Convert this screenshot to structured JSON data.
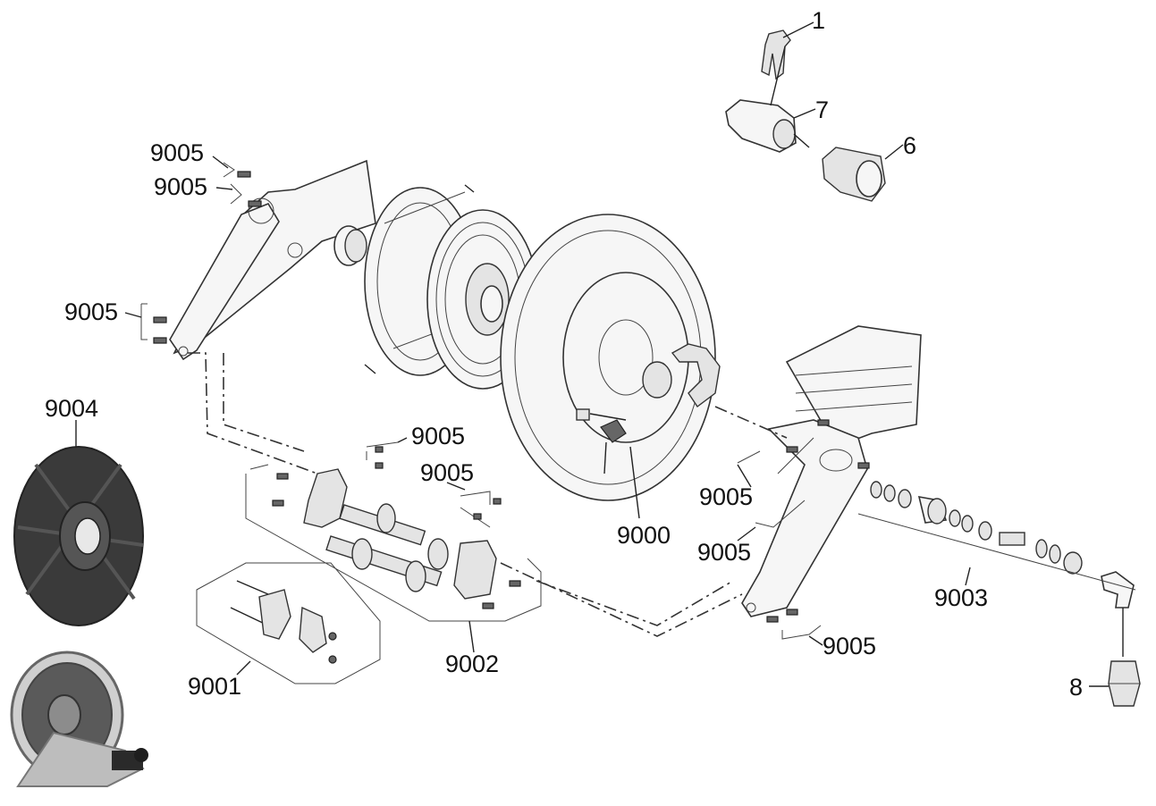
{
  "labels": {
    "p1": "1",
    "p7": "7",
    "p6": "6",
    "p9005_a": "9005",
    "p9005_b": "9005",
    "p9005_c": "9005",
    "p9004": "9004",
    "p9005_d": "9005",
    "p9005_e": "9005",
    "p9000": "9000",
    "p9005_f": "9005",
    "p9005_g": "9005",
    "p9003": "9003",
    "p9002": "9002",
    "p9001": "9001",
    "p9005_h": "9005",
    "p8": "8"
  },
  "colors": {
    "line": "#222222",
    "part_fill": "#f6f6f6",
    "dark_part": "#3a3a3a",
    "grey_part": "#9a9a9a"
  }
}
